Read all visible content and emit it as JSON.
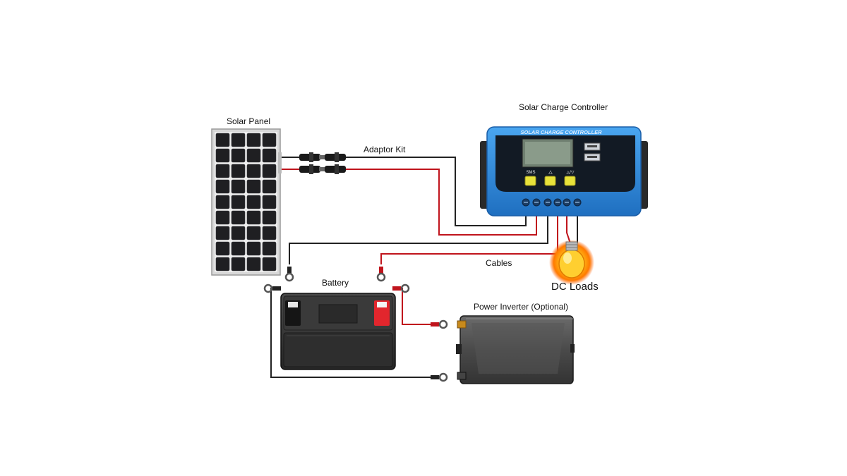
{
  "labels": {
    "solar_panel": "Solar Panel",
    "controller": "Solar Charge Controller",
    "adaptor_kit": "Adaptor Kit",
    "cables": "Cables",
    "battery": "Battery",
    "dc_loads": "DC Loads",
    "inverter": "Power Inverter (Optional)"
  },
  "controller_face": {
    "heading": "SOLAR CHARGE CONTROLLER",
    "button_1": "SMS",
    "button_2": "△",
    "button_3": "△/▽"
  },
  "colors": {
    "positive_wire": "#c0141c",
    "negative_wire": "#222222",
    "controller_body": "#2f8fe0",
    "controller_buttons": "#e8e23a",
    "bulb_glow": "#ffb000",
    "battery_terminal_red": "#e2262d"
  }
}
